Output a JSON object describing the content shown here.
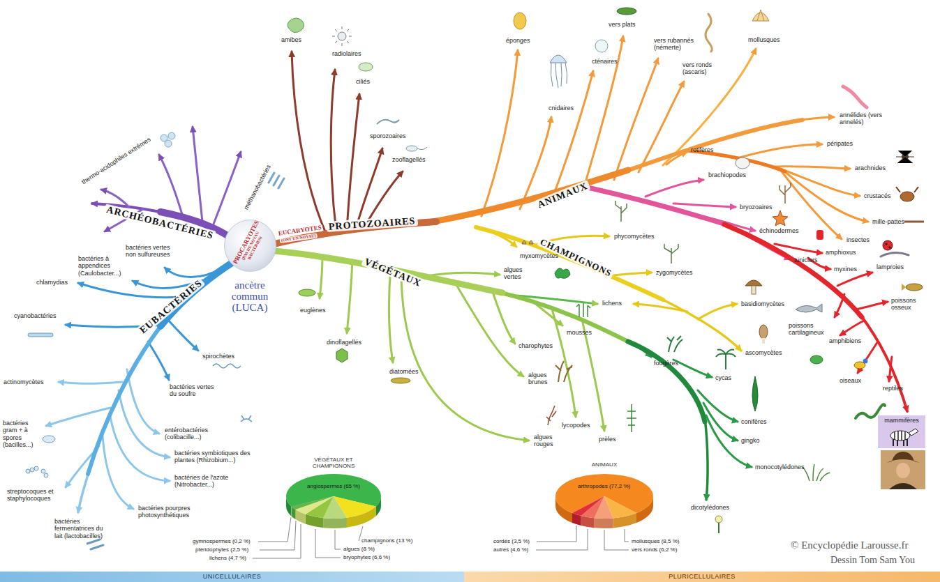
{
  "diagram": {
    "nodes": [
      {
        "text": [
          "PROCARYOTES",
          "(PAS DE NOYAU BACTÉRIES)"
        ]
      },
      {
        "text": [
          "mammifères"
        ]
      },
      {
        "text": [
          "UNICELLULAIRES"
        ]
      },
      {
        "text": [
          "PLURICELLULAIRES"
        ]
      }
    ],
    "labels": [
      "ARCHÉOBACTÉRIES",
      "EUBACTÉRIES",
      "EUCARYOTES",
      "(ONT UN NOYAU)",
      "PROTOZOAIRES",
      "VÉGÉTAUX",
      "ANIMAUX",
      "CHAMPIGNONS",
      "thermo-acidophiles extrêmes",
      "méthanobactéries",
      "bactéries vertes non sulfureuses",
      "bactéries à appendices (Caulobacter...)",
      "chlamydias",
      "cyanobactéries",
      "spirochètes",
      "bactéries vertes du soufre",
      "actinomycètes",
      "bactéries gram + à spores (bacilles...)",
      "streptocoques et staphylocoques",
      "bactéries fermentatrices du lait (lactobacilles)",
      "entérobactéries (colibacille...)",
      "bactéries symbiotiques des plantes (Rhizobium...)",
      "bactéries de l'azote (Nitrobacter...)",
      "bactéries pourpres photosynthétiques",
      "amibes",
      "radiolaires",
      "ciliés",
      "sporozoaires",
      "zooflagellés",
      "euglènes",
      "dinoflagellés",
      "diatomées",
      "algues vertes",
      "myxomycètes",
      "lichens",
      "mousses",
      "charophytes",
      "algues brunes",
      "fougères",
      "cycas",
      "lycopodes",
      "prèles",
      "algues rouges",
      "conifères",
      "gingko",
      "monocotylédones",
      "dicotylédones",
      "phycomycètes",
      "zygomycètes",
      "basidiomycètes",
      "ascomycètes",
      "éponges",
      "cnidaires",
      "cténaires",
      "vers plats",
      "vers rubannés (némerte)",
      "vers ronds (ascaris)",
      "mollusques",
      "annélides (vers annelés)",
      "rotifères",
      "péripates",
      "arachnides",
      "brachiopodes",
      "crustacés",
      "bryozoaires",
      "mille-pattes",
      "échinodermes",
      "insectes",
      "tuniciers",
      "amphioxus",
      "myxines",
      "lamproies",
      "poissons osseux",
      "poissons cartilagineux",
      "amphibiens",
      "oiseaux",
      "reptiles",
      "VÉGÉTAUX ET CHAMPIGNONS",
      "angiospermes (65 %)",
      "gymnospermes (0,2 %)",
      "ptéridophytes (2,5 %)",
      "lichens (4,7 %)",
      "champignons (13 %)",
      "algues (8 %)",
      "bryophytes (6,6 %)",
      "ANIMAUX",
      "arthropodes (77,2 %)",
      "cordés (3,5 %)",
      "autres (4,6 %)",
      "mollusques (8,5 %)",
      "vers ronds (6,2 %)",
      "© Encyclopédie Larousse.fr",
      "Dessin Tom Sam You",
      "ancètre commun (LUCA)"
    ]
  }
}
